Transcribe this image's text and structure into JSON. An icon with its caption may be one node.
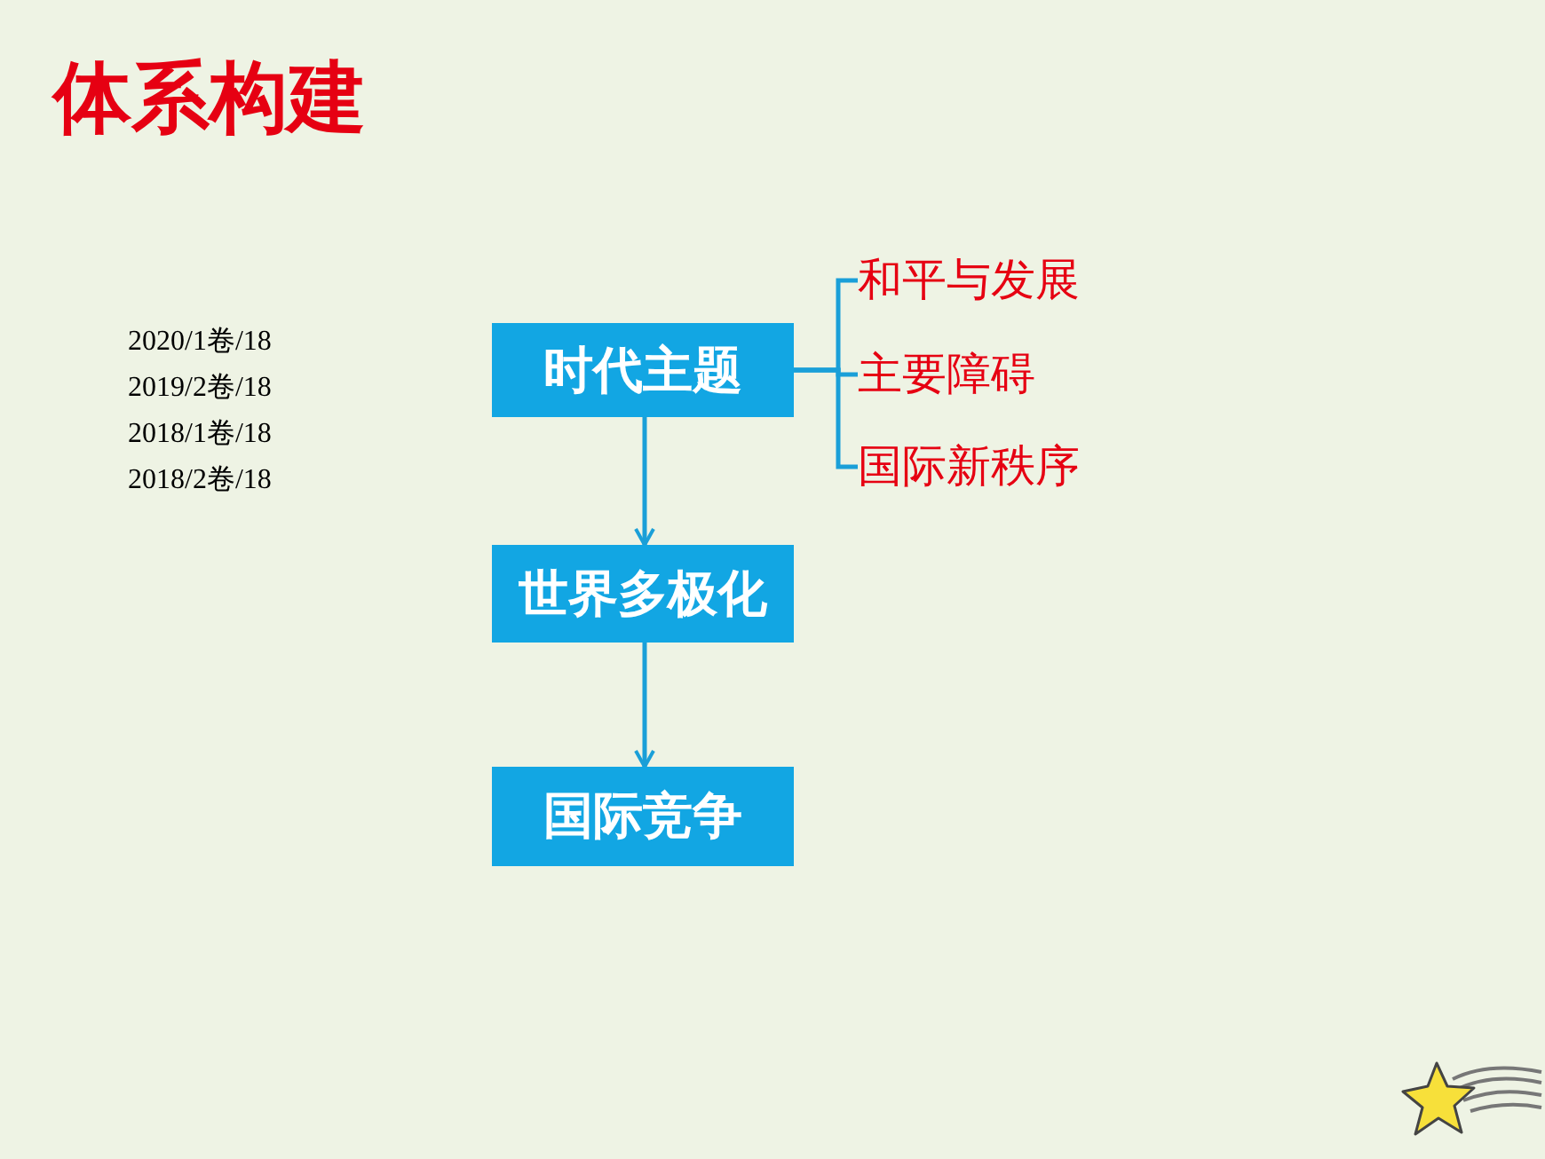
{
  "diagram": {
    "title": "体系构建",
    "nodes": [
      {
        "text": [
          "时代主题"
        ]
      },
      {
        "text": [
          "世界多极化"
        ]
      },
      {
        "text": [
          "国际竞争"
        ]
      },
      {
        "text": [
          "和平与发展"
        ]
      },
      {
        "text": [
          "主要障碍"
        ]
      },
      {
        "text": [
          "国际新秩序"
        ]
      }
    ],
    "edges": [
      {
        "from": 0,
        "to": 1,
        "arrow": "to"
      },
      {
        "from": 1,
        "to": 2,
        "arrow": "to"
      },
      {
        "from": 0,
        "to": 3,
        "arrow": "none"
      },
      {
        "from": 0,
        "to": 4,
        "arrow": "none"
      },
      {
        "from": 0,
        "to": 5,
        "arrow": "none"
      }
    ],
    "labels": [
      "2020/1卷/18",
      "2019/2卷/18",
      "2018/1卷/18",
      "2018/2卷/18"
    ]
  }
}
